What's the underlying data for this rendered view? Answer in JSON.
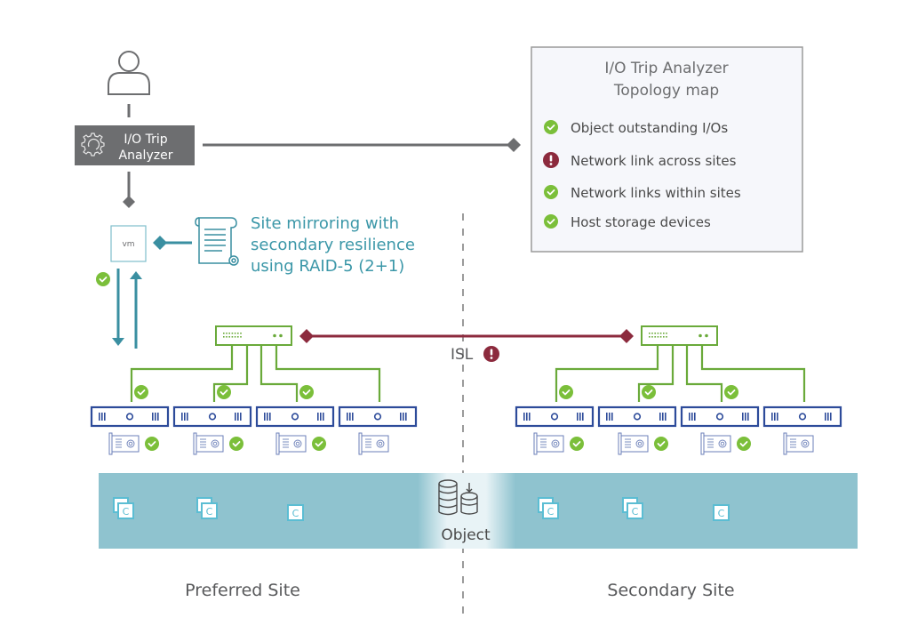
{
  "colors": {
    "gray": "#6d6e70",
    "gray_dark": "#58595b",
    "teal": "#3a8fa1",
    "teal_text": "#3b97a8",
    "green": "#6aaa3a",
    "check_green": "#7bbf3a",
    "alert_red": "#8c2a3d",
    "host_blue": "#2d4b9a",
    "nic_blue": "#6b7fb8",
    "band": "#8fc3cf",
    "component": "#5bbdd3",
    "legend_bg": "#f6f7fb",
    "legend_border": "#9a9a9a"
  },
  "user": {
    "icon": "user-icon"
  },
  "analyzer": {
    "line1": "I/O Trip",
    "line2": "Analyzer",
    "icon": "gear-icon"
  },
  "legend": {
    "title_line1": "I/O Trip Analyzer",
    "title_line2": "Topology map",
    "items": [
      {
        "label": "Object outstanding I/Os",
        "status": "ok"
      },
      {
        "label": "Network link across sites",
        "status": "error"
      },
      {
        "label": "Network links within sites",
        "status": "ok"
      },
      {
        "label": "Host storage devices",
        "status": "ok"
      }
    ]
  },
  "vm": {
    "label": "vm",
    "io_status": "ok"
  },
  "policy": {
    "icon": "policy-document-icon",
    "line1": "Site mirroring with",
    "line2": "secondary resilience",
    "line3": "using RAID-5 (2+1)"
  },
  "isl": {
    "label": "ISL",
    "status": "error"
  },
  "sites": [
    {
      "name": "Preferred Site",
      "hosts": [
        {
          "link_status": "ok",
          "device_status": "ok"
        },
        {
          "link_status": "ok",
          "device_status": "ok"
        },
        {
          "link_status": "ok",
          "device_status": "ok"
        },
        {
          "link_status": "none",
          "device_status": "none"
        }
      ],
      "components": [
        {
          "label": "C",
          "stacked": true
        },
        {
          "label": "C",
          "stacked": true
        },
        {
          "label": "C",
          "stacked": false
        }
      ]
    },
    {
      "name": "Secondary Site",
      "hosts": [
        {
          "link_status": "ok",
          "device_status": "ok"
        },
        {
          "link_status": "ok",
          "device_status": "ok"
        },
        {
          "link_status": "ok",
          "device_status": "ok"
        },
        {
          "link_status": "none",
          "device_status": "none"
        }
      ],
      "components": [
        {
          "label": "C",
          "stacked": true
        },
        {
          "label": "C",
          "stacked": true
        },
        {
          "label": "C",
          "stacked": false
        }
      ]
    }
  ],
  "object": {
    "label": "Object",
    "icon": "object-storage-icon"
  }
}
